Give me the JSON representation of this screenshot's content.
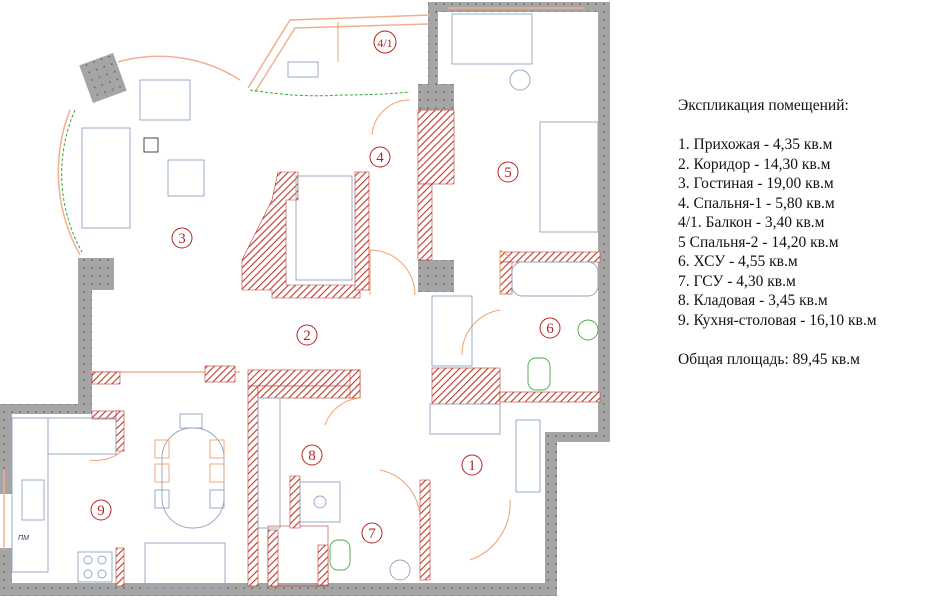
{
  "legend": {
    "title": "Экспликация помещений:",
    "items": [
      "1. Прихожая - 4,35 кв.м",
      "2. Коридор - 14,30 кв.м",
      "3. Гостиная - 19,00 кв.м",
      "4. Спальня-1 - 5,80 кв.м",
      "4/1. Балкон - 3,40 кв.м",
      "5 Спальня-2 - 14,20 кв.м",
      "6. ХСУ - 4,55 кв.м",
      "7. ГСУ - 4,30 кв.м",
      "8. Кладовая - 3,45 кв.м",
      "9. Кухня-столовая - 16,10 кв.м"
    ],
    "total": "Общая площадь: 89,45 кв.м"
  },
  "rooms": [
    "4/1",
    "4",
    "5",
    "3",
    "2",
    "6",
    "1",
    "8",
    "7",
    "9"
  ],
  "labels": {
    "fridge": "ПМ"
  },
  "colors": {
    "wall_exterior": "#9c9c9c",
    "wall_interior": "#c0392b",
    "furniture": "#8fa3c0",
    "door": "#f0a070",
    "window": "#f5c8a8",
    "room_number": "#b22222"
  }
}
